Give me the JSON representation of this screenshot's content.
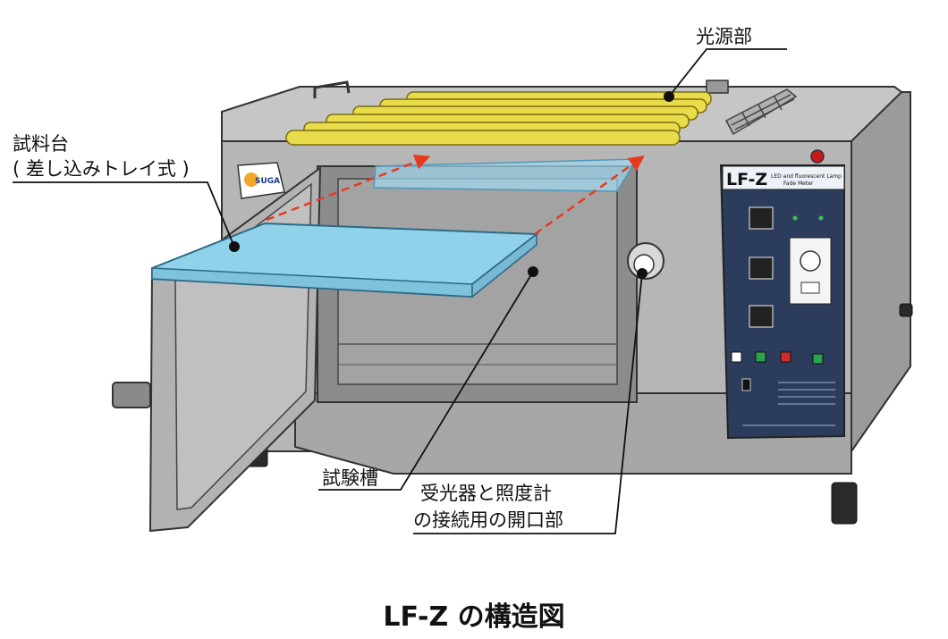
{
  "labels": {
    "light_source": "光源部",
    "sample_stage_line1": "試料台",
    "sample_stage_line2": "( 差し込みトレイ式 )",
    "test_chamber": "試験槽",
    "opening_line1": "受光器と照度計",
    "opening_line2": "の接続用の開口部"
  },
  "caption": "LF-Z の構造図",
  "panel": {
    "model": "LF-Z",
    "subtitle_line1": "LED and fluorescent Lamp",
    "subtitle_line2": "Fade Meter"
  },
  "logo": {
    "text": "SUGA"
  },
  "colors": {
    "body": "#b9b9b9",
    "body_dark": "#8f8f8f",
    "lamps": "#e9dc4a",
    "tray": "#8fd2ea",
    "panel": "#2c3c5c",
    "arrow": "#e83a1e"
  }
}
